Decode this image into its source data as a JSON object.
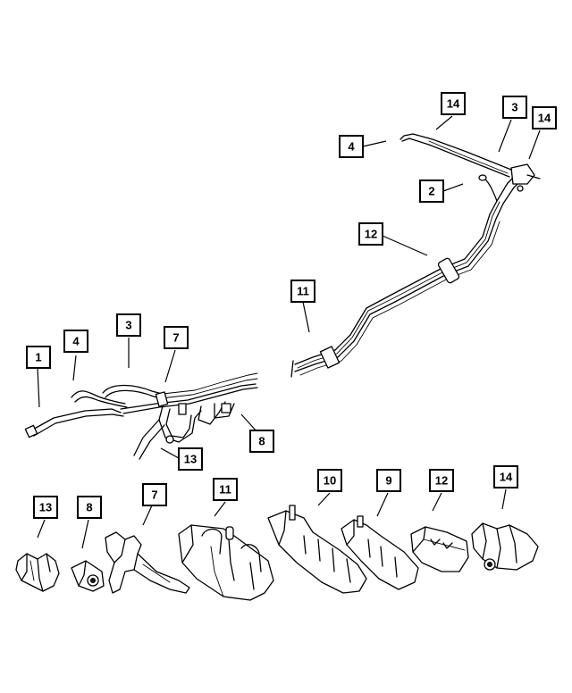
{
  "callouts": {
    "c14a": "14",
    "c3a": "3",
    "c14b": "14",
    "c4a": "4",
    "c2": "2",
    "c12a": "12",
    "c11a": "11",
    "c1": "1",
    "c4b": "4",
    "c3b": "3",
    "c7a": "7",
    "c8a": "8",
    "c13a": "13",
    "c10": "10",
    "c9": "9",
    "c11b": "11",
    "c12b": "12",
    "c14c": "14",
    "c13b": "13",
    "c8b": "8",
    "c7b": "7"
  },
  "colors": {
    "line": "#000000",
    "background": "#ffffff"
  }
}
